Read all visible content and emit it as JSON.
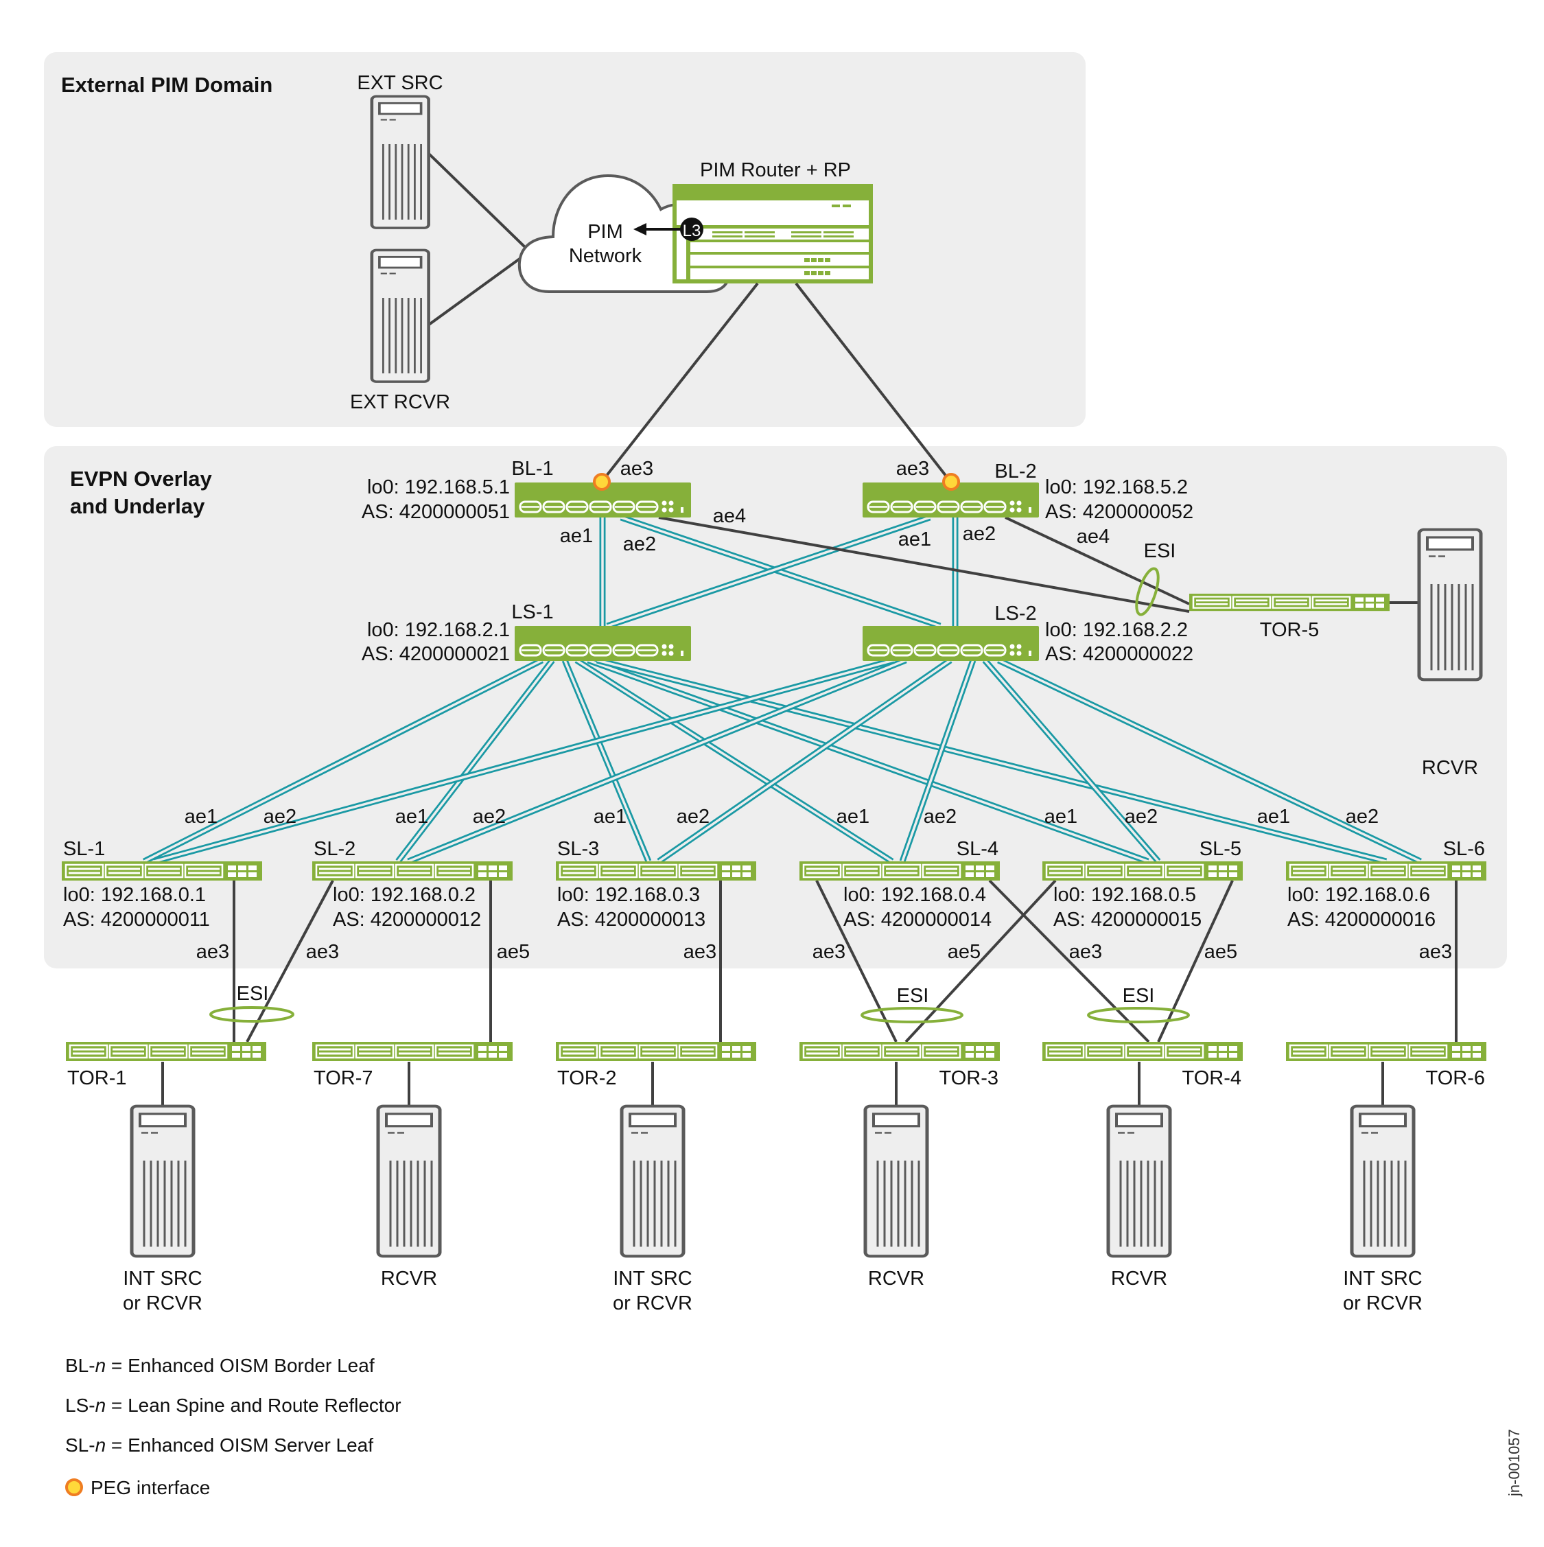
{
  "regions": {
    "external": "External PIM Domain",
    "evpn_line1": "EVPN Overlay",
    "evpn_line2": "and Underlay"
  },
  "external": {
    "ext_src": "EXT SRC",
    "ext_rcvr": "EXT RCVR",
    "cloud_line1": "PIM",
    "cloud_line2": "Network",
    "router": "PIM Router + RP",
    "l3_badge": "L3"
  },
  "border_leaves": [
    {
      "name": "BL-1",
      "lo0": "lo0: 192.168.5.1",
      "as": "AS: 4200000051",
      "uplink": "ae3",
      "ae1": "ae1",
      "ae2": "ae2",
      "ae4": "ae4"
    },
    {
      "name": "BL-2",
      "lo0": "lo0: 192.168.5.2",
      "as": "AS: 4200000052",
      "uplink": "ae3",
      "ae1": "ae1",
      "ae2": "ae2",
      "ae4": "ae4"
    }
  ],
  "lean_spines": [
    {
      "name": "LS-1",
      "lo0": "lo0: 192.168.2.1",
      "as": "AS: 4200000021"
    },
    {
      "name": "LS-2",
      "lo0": "lo0: 192.168.2.2",
      "as": "AS: 4200000022"
    }
  ],
  "tor5": {
    "name": "TOR-5",
    "esi": "ESI",
    "server": "RCVR"
  },
  "server_leaves": [
    {
      "name": "SL-1",
      "lo0": "lo0: 192.168.0.1",
      "as": "AS: 4200000011",
      "ae1": "ae1",
      "ae2": "ae2",
      "down": [
        "ae3"
      ]
    },
    {
      "name": "SL-2",
      "lo0": "lo0: 192.168.0.2",
      "as": "AS: 4200000012",
      "ae1": "ae1",
      "ae2": "ae2",
      "down": [
        "ae3",
        "ae5"
      ]
    },
    {
      "name": "SL-3",
      "lo0": "lo0: 192.168.0.3",
      "as": "AS: 4200000013",
      "ae1": "ae1",
      "ae2": "ae2",
      "down": [
        "ae3"
      ]
    },
    {
      "name": "SL-4",
      "lo0": "lo0: 192.168.0.4",
      "as": "AS: 4200000014",
      "ae1": "ae1",
      "ae2": "ae2",
      "down": [
        "ae3",
        "ae5"
      ]
    },
    {
      "name": "SL-5",
      "lo0": "lo0: 192.168.0.5",
      "as": "AS: 4200000015",
      "ae1": "ae1",
      "ae2": "ae2",
      "down": [
        "ae3",
        "ae5"
      ]
    },
    {
      "name": "SL-6",
      "lo0": "lo0: 192.168.0.6",
      "as": "AS: 4200000016",
      "ae1": "ae1",
      "ae2": "ae2",
      "down": [
        "ae3"
      ]
    }
  ],
  "tors": [
    {
      "name": "TOR-1",
      "server": [
        "INT SRC",
        "or RCVR"
      ],
      "esi": "ESI"
    },
    {
      "name": "TOR-7",
      "server": [
        "RCVR"
      ]
    },
    {
      "name": "TOR-2",
      "server": [
        "INT SRC",
        "or RCVR"
      ]
    },
    {
      "name": "TOR-3",
      "server": [
        "RCVR"
      ],
      "esi": "ESI"
    },
    {
      "name": "TOR-4",
      "server": [
        "RCVR"
      ],
      "esi": "ESI"
    },
    {
      "name": "TOR-6",
      "server": [
        "INT SRC",
        "or RCVR"
      ]
    }
  ],
  "legend": [
    {
      "prefix": "BL-",
      "var": "n",
      "text": " = Enhanced OISM Border Leaf"
    },
    {
      "prefix": "LS-",
      "var": "n",
      "text": " = Lean Spine and Route Reflector"
    },
    {
      "prefix": "SL-",
      "var": "n",
      "text": " = Enhanced OISM Server Leaf"
    },
    {
      "prefix": "",
      "var": "",
      "text": "PEG interface"
    }
  ],
  "doc_id": "jn-001057",
  "colors": {
    "device_green": "#86b03a",
    "link_teal": "#1a99a4",
    "link_dark": "#404040",
    "region_bg": "#eeeeee",
    "peg_fill": "#ffd83a",
    "peg_stroke": "#ef7d22"
  }
}
